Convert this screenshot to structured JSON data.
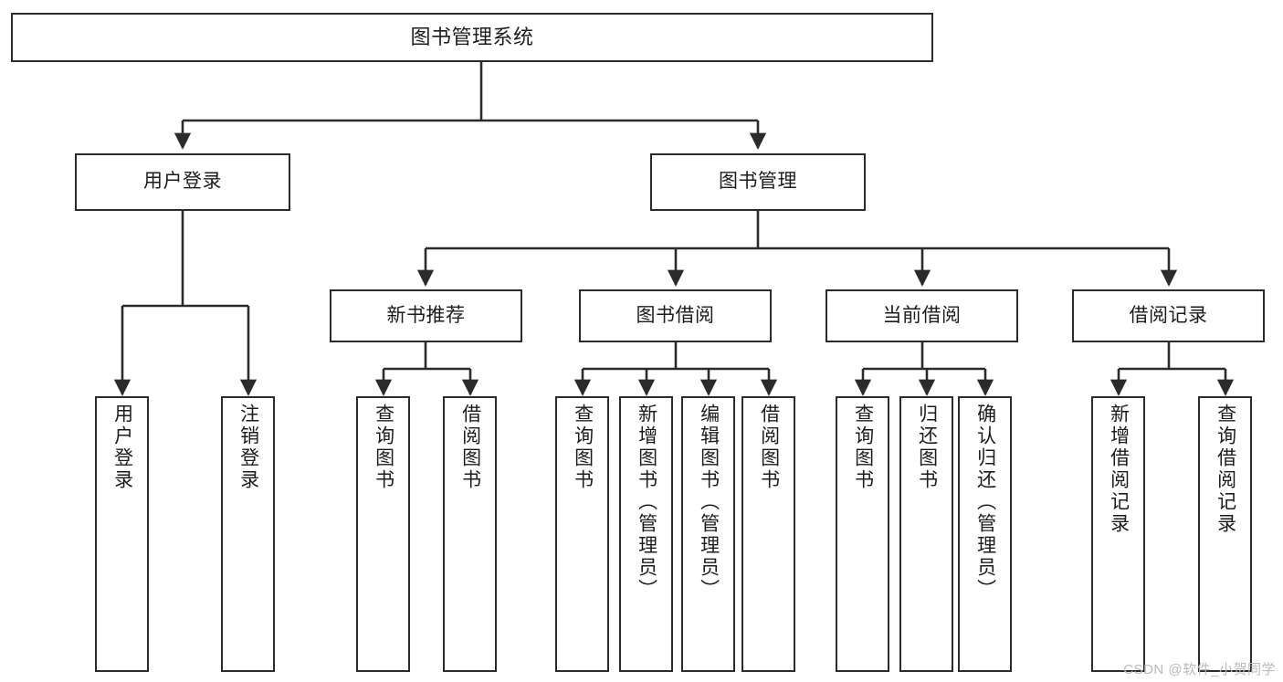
{
  "diagram": {
    "title": "图书管理系统",
    "type": "tree-hierarchy-diagram",
    "watermark": "CSDN @软件_小贺同学",
    "colors": {
      "background": "#ffffff",
      "box_border": "#2b2b2b",
      "box_fill": "#ffffff",
      "text": "#1c1c1c",
      "connector": "#2b2b2b",
      "watermark": "#b9b9b9"
    },
    "root": {
      "label": "图书管理系统"
    },
    "level1": [
      {
        "label": "用户登录"
      },
      {
        "label": "图书管理"
      }
    ],
    "level2": [
      {
        "label": "新书推荐"
      },
      {
        "label": "图书借阅"
      },
      {
        "label": "当前借阅"
      },
      {
        "label": "借阅记录"
      }
    ],
    "leaves": {
      "user_login": [
        {
          "label": "用户登录"
        },
        {
          "label": "注销登录"
        }
      ],
      "new_book_recommend": [
        {
          "label": "查询图书"
        },
        {
          "label": "借阅图书"
        }
      ],
      "book_borrow": [
        {
          "label": "查询图书"
        },
        {
          "label": "新增图书（管理员）"
        },
        {
          "label": "编辑图书（管理员）"
        },
        {
          "label": "借阅图书"
        }
      ],
      "current_borrow": [
        {
          "label": "查询图书"
        },
        {
          "label": "归还图书"
        },
        {
          "label": "确认归还（管理员）"
        }
      ],
      "borrow_record": [
        {
          "label": "新增借阅记录"
        },
        {
          "label": "查询借阅记录"
        }
      ]
    }
  }
}
